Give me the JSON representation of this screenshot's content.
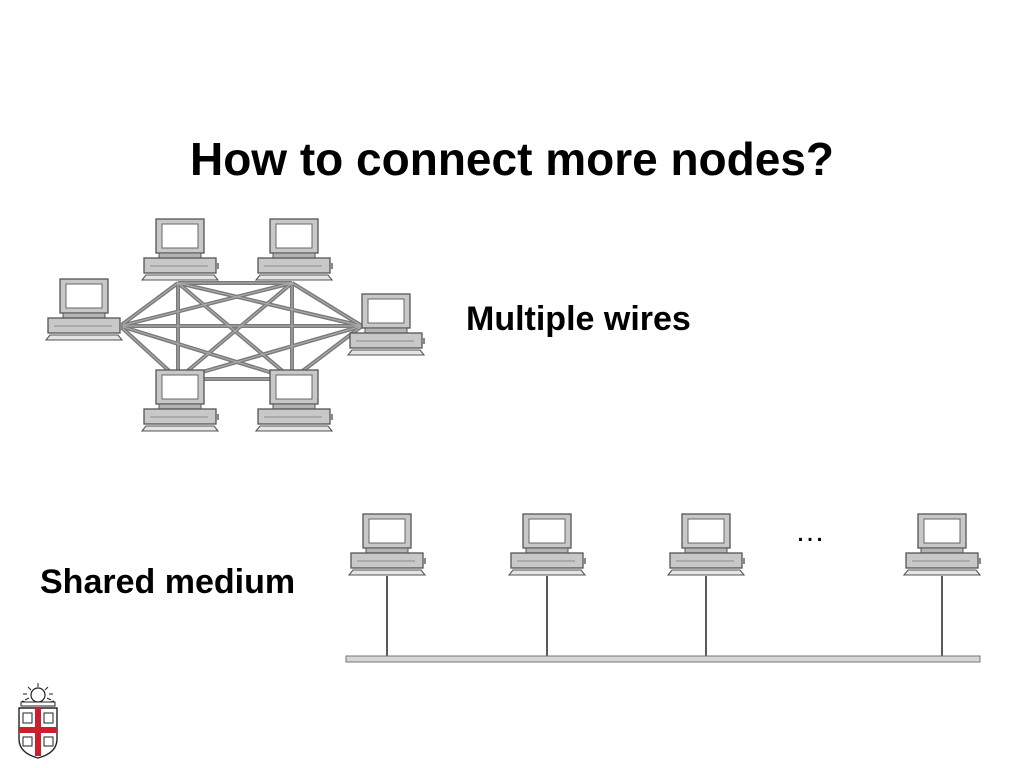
{
  "slide": {
    "title": "How to connect more nodes?",
    "mesh_label": "Multiple wires",
    "bus_label": "Shared medium",
    "ellipsis": "…"
  },
  "icons": {
    "computer": "computer-icon",
    "logo": "crest-logo-icon"
  },
  "colors": {
    "wire": "#7a7a7a",
    "computer_fill": "#c8c8c8",
    "computer_stroke": "#555555",
    "bus_line": "#909090",
    "logo_red": "#cc1f2d"
  }
}
